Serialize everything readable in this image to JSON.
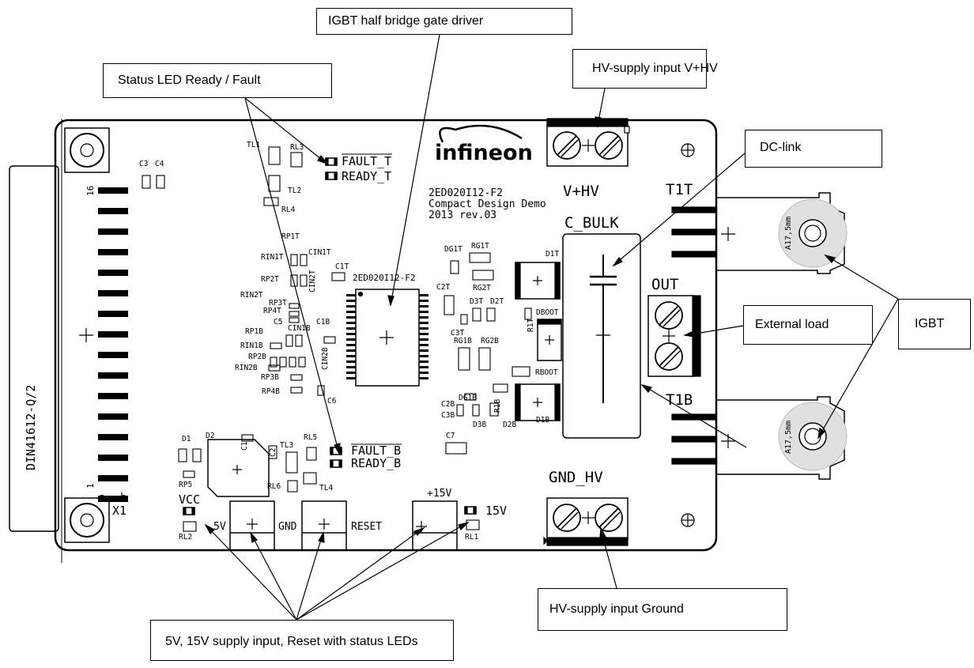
{
  "callouts": {
    "gate_driver": "IGBT half bridge gate driver",
    "hv_input_pos": "HV-supply input V+HV",
    "status_led": "Status LED Ready / Fault",
    "dc_link": "DC-link",
    "external_load": "External load",
    "igbt": "IGBT",
    "hv_input_gnd": "HV-supply input Ground",
    "supply_input": "5V, 15V supply input, Reset with status LEDs"
  },
  "board": {
    "logo": "infineon",
    "product_lines": [
      "2ED020I12-F2",
      "Compact Design Demo",
      "2013 rev.03"
    ],
    "ic_label": "2ED020I12-F2",
    "connector_name": "DIN41612-Q/2",
    "connector_ref": "X1",
    "connector_pin_top": "16",
    "connector_pin_bottom": "1",
    "connector_row_a": "a",
    "connector_row_b": "b",
    "terminal_vhv": "V+HV",
    "terminal_out": "OUT",
    "terminal_gnd": "GND_HV",
    "bulk_cap": "C_BULK",
    "igbt_top": "T1T",
    "igbt_bottom": "T1B",
    "igbt_top_size": "A17,5mm",
    "igbt_bottom_size": "A17,5mm",
    "fault_t": "FAULT_T",
    "ready_t": "READY_T",
    "fault_b": "FAULT_B",
    "ready_b": "READY_B",
    "vcc": "VCC",
    "lbl_5v": "5V",
    "lbl_gnd": "GND",
    "lbl_reset": "RESET",
    "lbl_plus15v": "+15V",
    "lbl_15v": "15V"
  },
  "components": {
    "tl1": "TL1",
    "rl3": "RL3",
    "tl2": "TL2",
    "rl4": "RL4",
    "c3": "C3",
    "c4": "C4",
    "rp1t": "RP1T",
    "rin1t": "RIN1T",
    "cin1t": "CIN1T",
    "c1t": "C1T",
    "rp2t": "RP2T",
    "cin2t": "CIN2T",
    "rin2t": "RIN2T",
    "rp3t": "RP3T",
    "rp4t": "RP4T",
    "c5": "C5",
    "cin1b": "CIN1B",
    "c1b": "C1B",
    "rp1b": "RP1B",
    "rin1b": "RIN1B",
    "cin2b": "CIN2B",
    "rp2b": "RP2B",
    "rin2b": "RIN2B",
    "rp3b": "RP3B",
    "rp4b": "RP4B",
    "c6": "C6",
    "dg1t": "DG1T",
    "rg1t": "RG1T",
    "rg2t": "RG2T",
    "d1t": "D1T",
    "c2t": "C2T",
    "d3t": "D3T",
    "d2t": "D2T",
    "c3t": "C3T",
    "dboot": "DBOOT",
    "r1t": "R1T",
    "rg1b": "RG1B",
    "rg2b": "RG2B",
    "rboot": "RBOOT",
    "dg1b": "DG1B",
    "c2b": "C2B",
    "c3b": "C3B",
    "r1b": "R1B",
    "d3b": "D3B",
    "d2b": "D2B",
    "d1b": "D1B",
    "c7": "C7",
    "d1": "D1",
    "d2": "D2",
    "c1": "C1",
    "c2": "C2",
    "tl3": "TL3",
    "rl5": "RL5",
    "rp5": "RP5",
    "rl6": "RL6",
    "tl4": "TL4",
    "rl2": "RL2",
    "rl1": "RL1"
  }
}
